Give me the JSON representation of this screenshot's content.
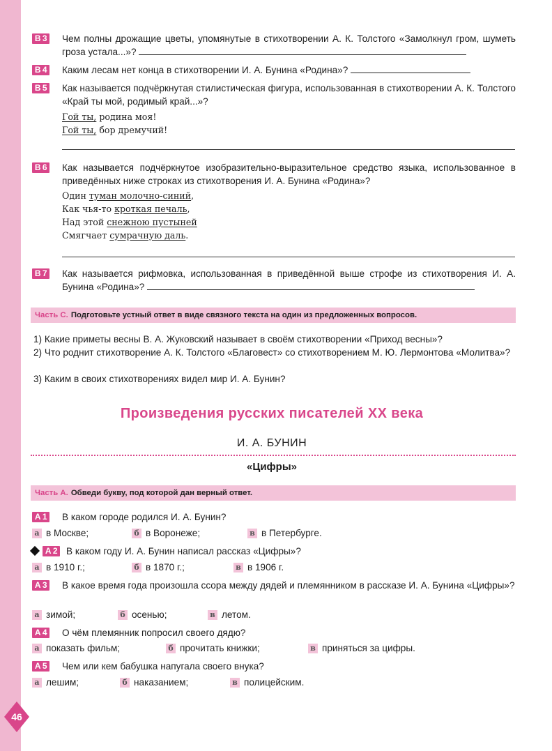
{
  "page_number": "46",
  "b_questions": [
    {
      "badge": "В 3",
      "text": "Чем полны дрожащие цветы, упомянутые в стихотворении А. К. Толстого «Замолкнул гром, шуметь гроза устала...»?"
    },
    {
      "badge": "В 4",
      "text": "Каким лесам нет конца в стихотворении И. А. Бунина «Родина»?"
    },
    {
      "badge": "В 5",
      "text": "Как называется подчёркнутая стилистическая фигура, использованная в стихотворении А. К. Толстого «Край ты мой, родимый край...»?"
    },
    {
      "badge": "В 6",
      "text": "Как называется подчёркнутое изобразительно-выразительное средство языка, использованное в приведённых ниже строках из стихотворения И. А. Бунина «Родина»?"
    },
    {
      "badge": "В 7",
      "text": "Как называется рифмовка, использованная в приведённой выше строфе из стихотворения И. А. Бунина «Родина»?"
    }
  ],
  "poem_b5": [
    {
      "u": "Гой ты,",
      "rest": " родина моя!"
    },
    {
      "u": "Гой ты,",
      "rest": " бор дремучий!"
    }
  ],
  "poem_b6": [
    {
      "a": "Один ",
      "u": "туман молочно-синий",
      "b": ","
    },
    {
      "a": "Как чья-то ",
      "u": "кроткая печаль",
      "b": ","
    },
    {
      "a": "Над этой ",
      "u": "снежною пустыней",
      "b": ""
    },
    {
      "a": "Смягчает ",
      "u": "сумрачную даль",
      "b": "."
    }
  ],
  "part_c": {
    "label": "Часть С.",
    "text": "Подготовьте устный ответ в виде связного текста на один из предложенных вопросов.",
    "items": [
      "1) Какие приметы весны В. А. Жуковский называет в своём стихотворении «Приход весны»?",
      "2) Что роднит стихотворение А. К. Толстого «Благовест» со стихотворением М. Ю. Лермонтова «Молитва»?",
      "3) Каким в своих стихотворениях видел мир И. А. Бунин?"
    ]
  },
  "section_title": "Произведения русских писателей XX века",
  "author": "И. А. БУНИН",
  "work_title": "«Цифры»",
  "part_a": {
    "label": "Часть А.",
    "text": "Обведи букву, под которой дан верный ответ."
  },
  "a_questions": [
    {
      "badge": "А 1",
      "text": "В каком городе родился И. А. Бунин?",
      "options": [
        {
          "letter": "а",
          "text": "в Москве;"
        },
        {
          "letter": "б",
          "text": "в Воронеже;"
        },
        {
          "letter": "в",
          "text": "в Петербурге."
        }
      ]
    },
    {
      "badge": "А 2",
      "text": "В каком году И. А. Бунин написал рассказ «Цифры»?",
      "options": [
        {
          "letter": "а",
          "text": "в 1910 г.;"
        },
        {
          "letter": "б",
          "text": "в 1870 г.;"
        },
        {
          "letter": "в",
          "text": "в 1906 г."
        }
      ]
    },
    {
      "badge": "А 3",
      "text": "В какое время года произошла ссора между дядей и племянником в рассказе И. А. Бунина «Цифры»?",
      "options": [
        {
          "letter": "а",
          "text": "зимой;"
        },
        {
          "letter": "б",
          "text": "осенью;"
        },
        {
          "letter": "в",
          "text": "летом."
        }
      ]
    },
    {
      "badge": "А 4",
      "text": "О чём племянник попросил своего дядю?",
      "options": [
        {
          "letter": "а",
          "text": "показать фильм;"
        },
        {
          "letter": "б",
          "text": "прочитать книжки;"
        },
        {
          "letter": "в",
          "text": "приняться за цифры."
        }
      ]
    },
    {
      "badge": "А 5",
      "text": "Чем или кем бабушка напугала своего внука?",
      "options": [
        {
          "letter": "а",
          "text": "лешим;"
        },
        {
          "letter": "б",
          "text": "наказанием;"
        },
        {
          "letter": "в",
          "text": "полицейским."
        }
      ]
    }
  ]
}
